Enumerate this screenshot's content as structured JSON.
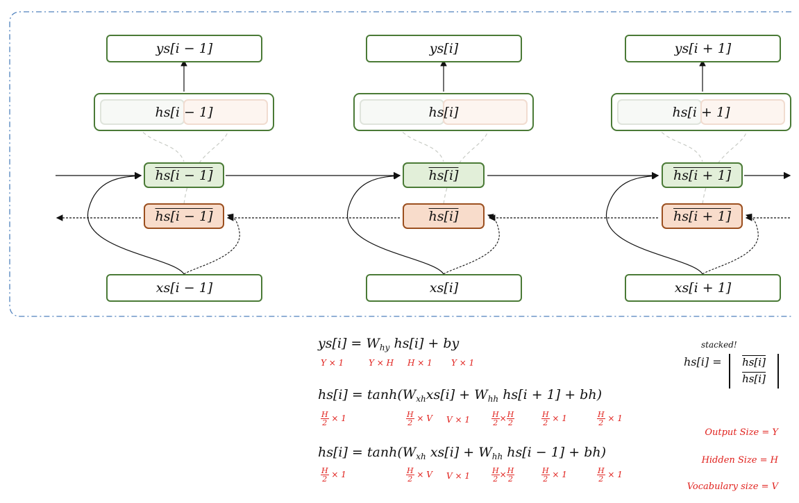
{
  "columns": [
    {
      "y": "ys[i − 1]",
      "h": "hs[i − 1]",
      "fwd": "hs[i − 1]",
      "bwd": "hs[i − 1]",
      "x": "xs[i − 1]"
    },
    {
      "y": "ys[i]",
      "h": "hs[i]",
      "fwd": "hs[i]",
      "bwd": "hs[i]",
      "x": "xs[i]"
    },
    {
      "y": "ys[i + 1]",
      "h": "hs[i + 1]",
      "fwd": "hs[i + 1]",
      "bwd": "hs[i + 1]",
      "x": "xs[i + 1]"
    }
  ],
  "equations": {
    "eq1": {
      "text": "ys[i] = W",
      "sub": "hy",
      "rest": " hs[i] + by",
      "dims": [
        "Y × 1",
        "Y × H",
        "H × 1",
        "Y × 1"
      ]
    },
    "eq2": {
      "text": "hs[i] = tanh(W",
      "sub": "xh",
      "mid": "xs[i] + W",
      "sub2": "hh",
      "rest": " hs[i + 1] + bh)",
      "dims": [
        "× 1",
        "× V",
        "V × 1",
        "×",
        "× 1",
        "× 1"
      ]
    },
    "eq3": {
      "text": "hs[i] = tanh(W",
      "sub": "xh",
      "mid": " xs[i] + W",
      "sub2": "hh",
      "rest": " hs[i − 1] + bh)",
      "dims": [
        "× 1",
        "× V",
        "V × 1",
        "×",
        "× 1",
        "× 1"
      ]
    },
    "frac_num": "H",
    "frac_den": "2"
  },
  "stacked": {
    "note": "stacked!",
    "lhs": "hs[i] =",
    "top": "hs[i]",
    "bottom": "hs[i]"
  },
  "legend": {
    "output": "Output Size = Y",
    "hidden": "Hidden Size = H",
    "vocab": "Vocabulary size = V"
  },
  "colors": {
    "green_border": "#4a7a36",
    "forward_fill": "#e2efd9",
    "backward_fill": "#f8dccb",
    "backward_border": "#9b4f1f",
    "frame": "#4f81bd",
    "dims": "#e0201c"
  }
}
